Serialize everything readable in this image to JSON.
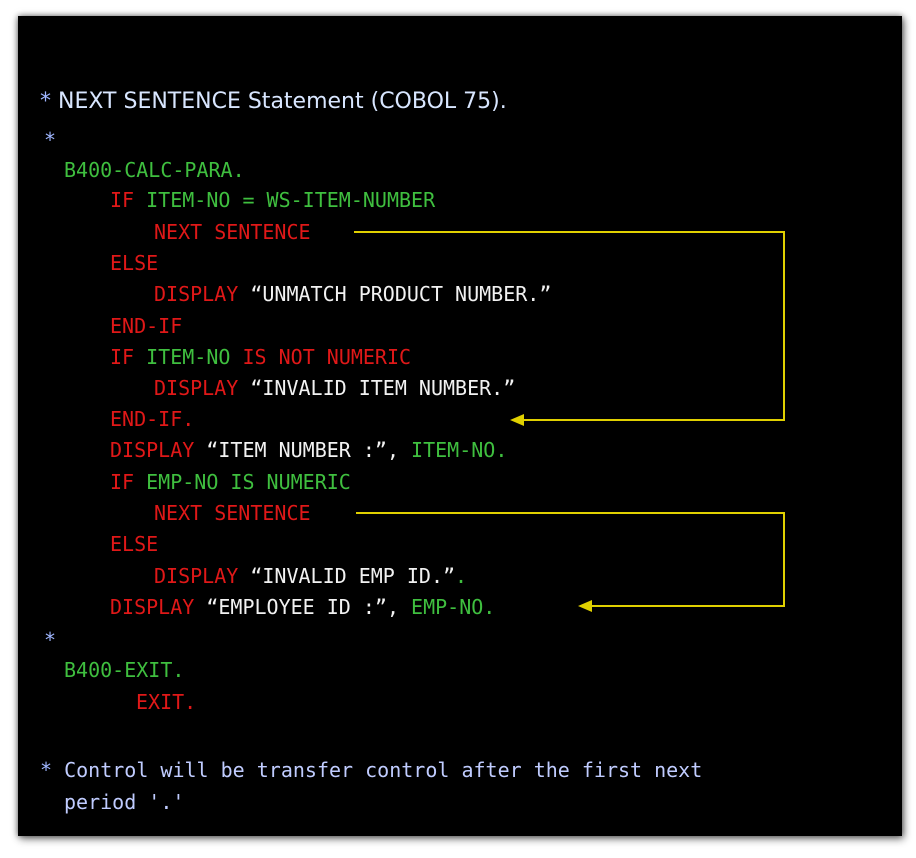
{
  "header": {
    "star": "*",
    "title": "NEXT SENTENCE Statement (COBOL 75)."
  },
  "code": {
    "star1": "*",
    "para1": "B400-CALC-PARA.",
    "l_if1": {
      "kw": "IF",
      "cond": "ITEM-NO = WS-ITEM-NUMBER"
    },
    "l_next1": "NEXT SENTENCE",
    "l_else1": "ELSE",
    "l_disp1": {
      "kw": "DISPLAY",
      "str": "“UNMATCH PRODUCT NUMBER.”"
    },
    "l_endif1": "END-IF",
    "l_if2": {
      "kw": "IF",
      "var": "ITEM-NO",
      "rest": "IS NOT NUMERIC"
    },
    "l_disp2": {
      "kw": "DISPLAY",
      "str": "“INVALID ITEM NUMBER.”"
    },
    "l_endif2": "END-IF.",
    "l_disp3": {
      "kw": "DISPLAY",
      "str": "“ITEM NUMBER :”,",
      "var": "ITEM-NO."
    },
    "l_if3": {
      "kw": "IF",
      "cond": "EMP-NO IS NUMERIC"
    },
    "l_next2": "NEXT SENTENCE",
    "l_else2": "ELSE",
    "l_disp4": {
      "kw": "DISPLAY",
      "str": "“INVALID EMP ID.”",
      "dot": "."
    },
    "l_disp5": {
      "kw": "DISPLAY",
      "str": "“EMPLOYEE ID :”,",
      "var": "EMP-NO."
    },
    "star2": "*",
    "para2": "B400-EXIT.",
    "l_exit": "EXIT."
  },
  "footer": {
    "star": "*",
    "line1": "Control will be transfer control after the first next",
    "line2": "period '.'"
  },
  "colors": {
    "background": "#000000",
    "keyword": "#e01818",
    "identifier": "#3fbf3f",
    "string": "#f2f2f2",
    "comment": "#c0ccff",
    "arrow": "#e0d000"
  }
}
